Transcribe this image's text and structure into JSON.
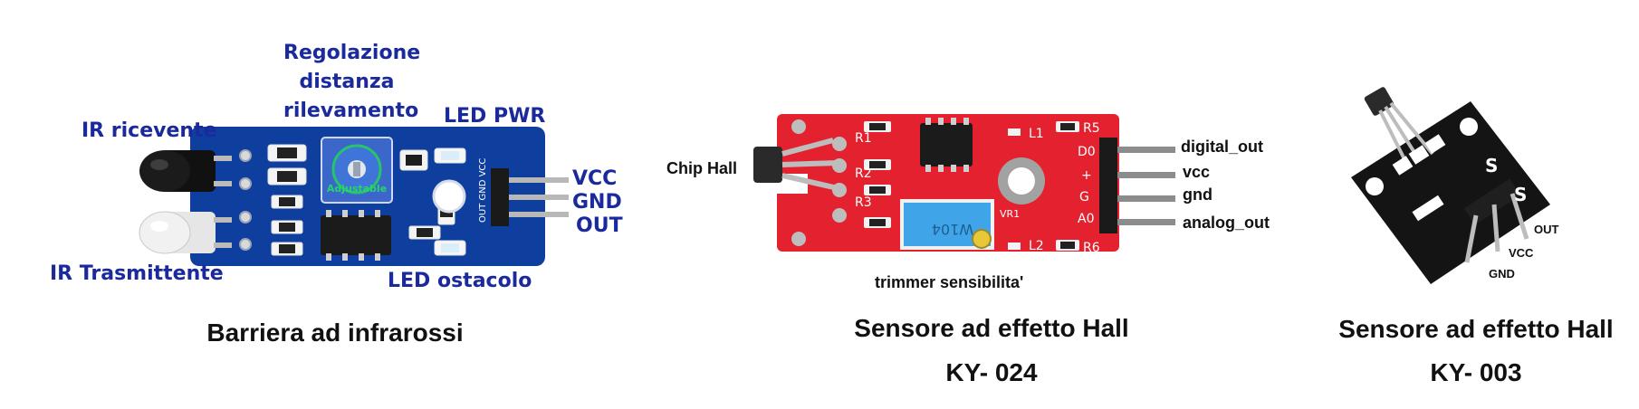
{
  "ir_module": {
    "labels": {
      "adjust_line1": "Regolazione",
      "adjust_line2": "distanza",
      "adjust_line3": "rilevamento",
      "ir_receiver": "IR ricevente",
      "ir_transmitter": "IR Trasmittente",
      "led_pwr": "LED PWR",
      "led_obstacle": "LED ostacolo",
      "pin_vcc": "VCC",
      "pin_gnd": "GND",
      "pin_out": "OUT",
      "pot_text": "Adjustable",
      "header_silk": "OUT GND VCC"
    },
    "caption": "Barriera ad infrarossi"
  },
  "ky024": {
    "labels": {
      "chip_hall": "Chip Hall",
      "digital_out": "digital_out",
      "vcc": "vcc",
      "gnd": "gnd",
      "analog_out": "analog_out",
      "trimmer": "trimmer sensibilita'",
      "trimmer_code": "W104",
      "silk_r1": "R1",
      "silk_r2": "R2",
      "silk_r3": "R3",
      "silk_r5": "R5",
      "silk_r6": "R6",
      "silk_l1": "L1",
      "silk_l2": "L2",
      "silk_d0": "D0",
      "silk_a0": "A0",
      "silk_g": "G",
      "silk_plus": "+",
      "silk_vr1": "VR1"
    },
    "caption_line1": "Sensore ad effetto Hall",
    "caption_line2": "KY- 024"
  },
  "ky003": {
    "labels": {
      "out": "OUT",
      "vcc": "VCC",
      "gnd": "GND",
      "silk_s": "S"
    },
    "caption_line1": "Sensore ad effetto Hall",
    "caption_line2": "KY- 003"
  },
  "colors": {
    "label_blue": "#1a2a9c",
    "ir_board": "#0f3f9e",
    "hall_board": "#e4212f",
    "ky003_board": "#141414"
  }
}
